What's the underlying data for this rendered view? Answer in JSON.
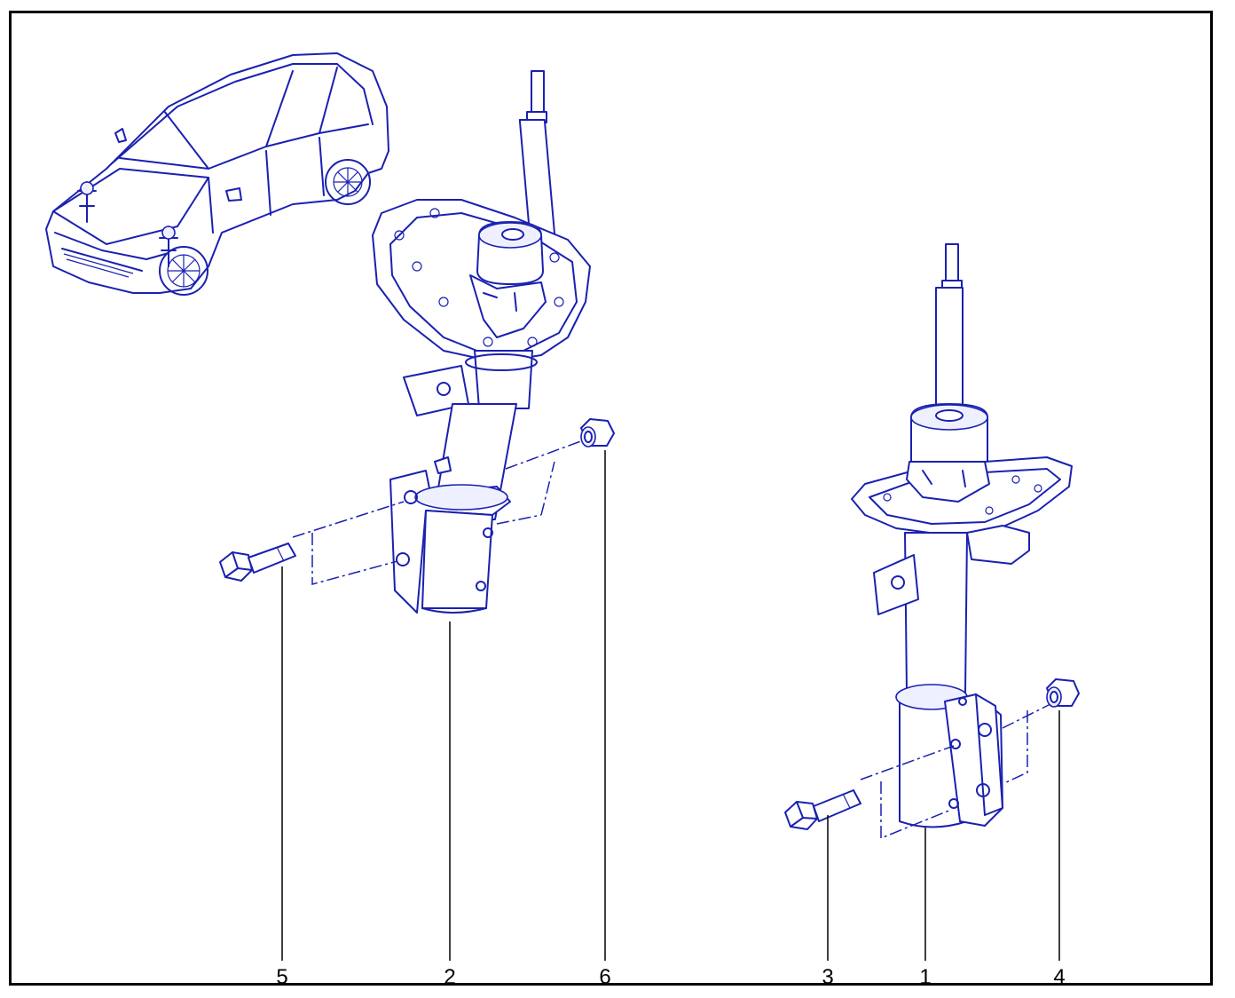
{
  "diagram": {
    "ink_color": "#1a21b0",
    "frame_color": "#000000",
    "callouts": [
      {
        "id": "5",
        "label": "5"
      },
      {
        "id": "2",
        "label": "2"
      },
      {
        "id": "6",
        "label": "6"
      },
      {
        "id": "3",
        "label": "3"
      },
      {
        "id": "1",
        "label": "1"
      },
      {
        "id": "4",
        "label": "4"
      }
    ],
    "parts": [
      {
        "icon": "vehicle-icon"
      },
      {
        "icon": "left-strut-icon"
      },
      {
        "icon": "right-strut-icon"
      },
      {
        "icon": "bolt-icon"
      },
      {
        "icon": "nut-icon"
      }
    ]
  }
}
